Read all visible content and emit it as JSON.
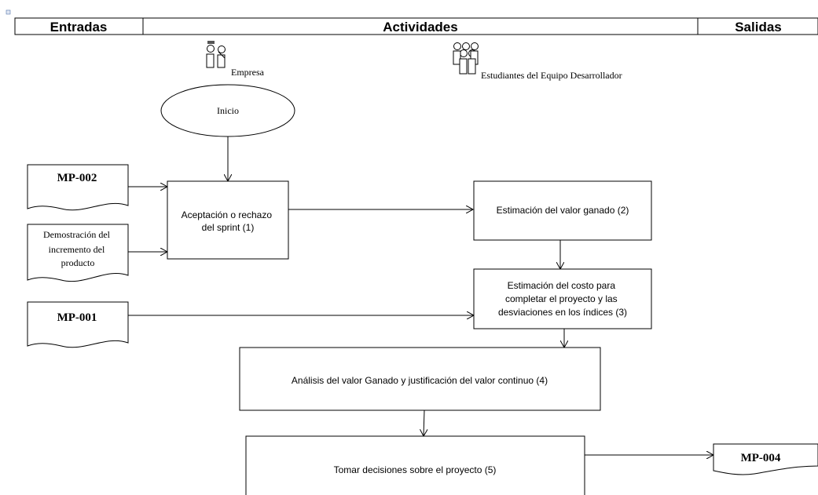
{
  "header": {
    "inputs": "Entradas",
    "activities": "Actividades",
    "outputs": "Salidas"
  },
  "actors": {
    "company": "Empresa",
    "team": "Estudiantes del Equipo Desarrollador"
  },
  "start": "Inicio",
  "documents": {
    "mp002": "MP-002",
    "demo": [
      "Demostración del",
      "incremento del",
      "producto"
    ],
    "mp001": "MP-001",
    "mp004": "MP-004"
  },
  "activities": {
    "a1": [
      "Aceptación  o rechazo",
      "del sprint (1)"
    ],
    "a2": [
      "Estimación del valor ganado (2)"
    ],
    "a3": [
      "Estimación del costo para",
      "completar el proyecto y las",
      "desviaciones en los índices (3)"
    ],
    "a4": [
      "Análisis del valor Ganado y justificación del valor continuo (4)"
    ],
    "a5": [
      "Tomar decisiones sobre el proyecto (5)"
    ]
  },
  "icons": {
    "company": "business-person-icon",
    "team": "group-people-icon"
  }
}
